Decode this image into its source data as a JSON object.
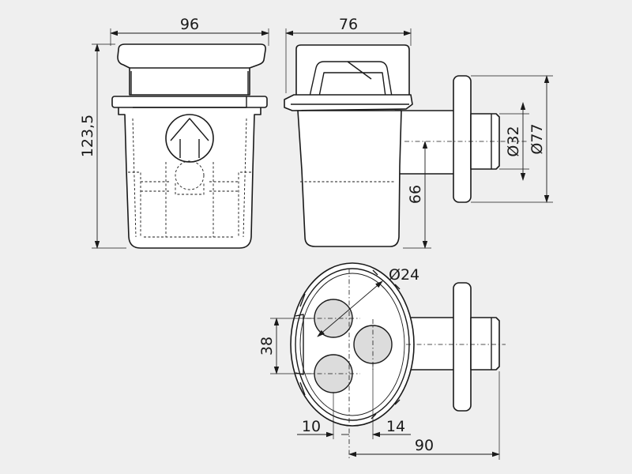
{
  "dimensions": {
    "width_front": "96",
    "width_side": "76",
    "height_total": "123,5",
    "height_outlet": "66",
    "dia_inner": "Ø32",
    "dia_flange": "Ø77",
    "dia_holes": "Ø24",
    "hole_spacing": "38",
    "offset_left": "10",
    "offset_right": "14",
    "length_top": "90"
  },
  "colors": {
    "background": "#efefef",
    "line": "#1a1a1a",
    "fill_light": "#ffffff",
    "fill_shade": "#dcdcdc"
  }
}
